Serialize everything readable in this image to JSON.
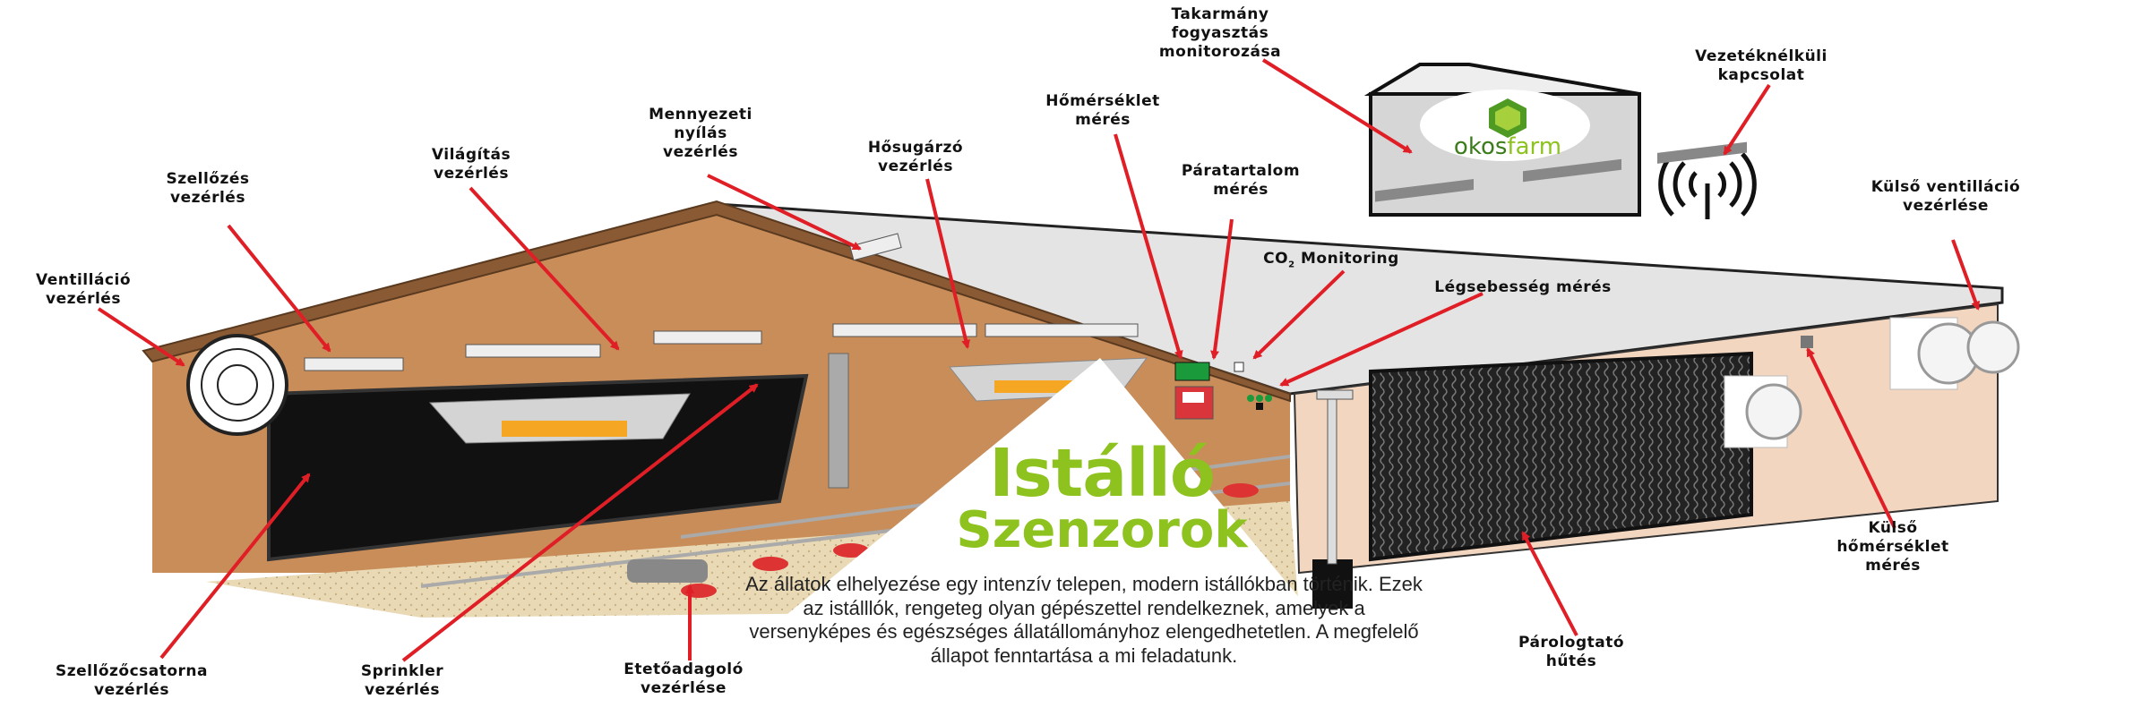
{
  "title": {
    "line1": "Istálló",
    "line2": "Szenzorok"
  },
  "description": "Az állatok elhelyezése egy intenzív telepen, modern istállókban történik. Ezek az istálllók, rengeteg olyan gépészettel rendelkeznek, amelyek a versenyképes és egészséges állatállományhoz elengedhetetlen. A megfelelő állapot fenntartása a mi feladatunk.",
  "brand": {
    "name": "okosfarm",
    "part1": "okos",
    "part2": "farm"
  },
  "labels": {
    "ventillacio": [
      "Ventilláció",
      "vezérlés"
    ],
    "szellozes": [
      "Szellőzés",
      "vezérlés"
    ],
    "vilagitas": [
      "Világítás",
      "vezérlés"
    ],
    "mennyezeti": [
      "Mennyezeti",
      "nyílás",
      "vezérlés"
    ],
    "hosugarzo": [
      "Hősugárzó",
      "vezérlés"
    ],
    "homerseklet": [
      "Hőmérséklet",
      "mérés"
    ],
    "takarmany": [
      "Takarmány",
      "fogyasztás",
      "monitorozása"
    ],
    "paratartalom": [
      "Páratartalom",
      "mérés"
    ],
    "co2": {
      "prefix": "CO",
      "sub": "2",
      "rest": " Monitoring"
    },
    "legsebesseg": [
      "Légsebesség mérés"
    ],
    "vezeteknelkuli": [
      "Vezetéknélküli",
      "kapcsolat"
    ],
    "kulso_ventillacio": [
      "Külső ventilláció",
      "vezérlése"
    ],
    "kulso_homerseklet": [
      "Külső",
      "hőmérséklet",
      "mérés"
    ],
    "parologtato": [
      "Párologtató",
      "hűtés"
    ],
    "etetoadagolo": [
      "Etetőadagoló",
      "vezérlése"
    ],
    "sprinkler": [
      "Sprinkler",
      "vezérlés"
    ],
    "szellozocsatorna": [
      "Szellőzőcsatorna",
      "vezérlés"
    ]
  },
  "colors": {
    "arrow": "#e01e26",
    "brand_green": "#8dc21f",
    "brand_dark": "#3a7d1a",
    "wall": "#c98d5a",
    "roof": "#e4e4e4"
  }
}
